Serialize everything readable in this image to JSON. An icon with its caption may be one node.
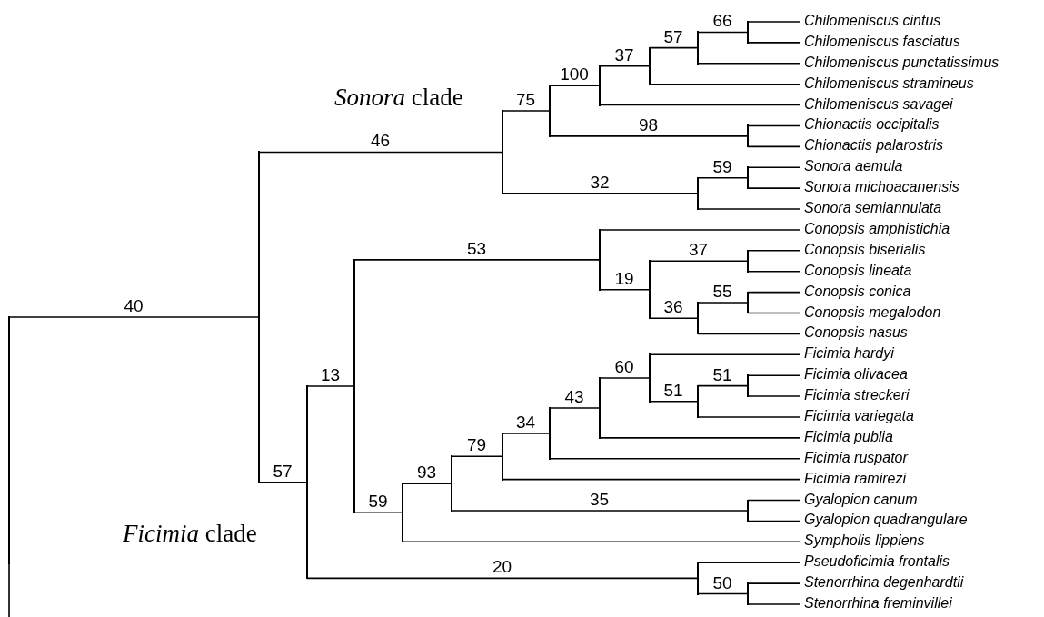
{
  "diagram": {
    "nodes": [
      {
        "text": [],
        "shape": "bar"
      },
      {
        "text": [],
        "shape": "bar"
      },
      {
        "text": [],
        "shape": "bar"
      },
      {
        "text": [],
        "shape": "bar"
      },
      {
        "text": [],
        "shape": "bar"
      },
      {
        "text": [],
        "shape": "bar"
      },
      {
        "text": [],
        "shape": "bar"
      },
      {
        "text": [],
        "shape": "bar"
      },
      {
        "text": [
          "Chilomeniscus cintus"
        ]
      },
      {
        "text": [
          "Chilomeniscus fasciatus"
        ]
      },
      {
        "text": [
          "Chilomeniscus punctatissimus"
        ]
      },
      {
        "text": [
          "Chilomeniscus stramineus"
        ]
      },
      {
        "text": [
          "Chilomeniscus savagei"
        ]
      },
      {
        "text": [],
        "shape": "bar"
      },
      {
        "text": [
          "Chionactis occipitalis"
        ]
      },
      {
        "text": [
          "Chionactis palarostris"
        ]
      },
      {
        "text": [],
        "shape": "bar"
      },
      {
        "text": [],
        "shape": "bar"
      },
      {
        "text": [
          "Sonora aemula"
        ]
      },
      {
        "text": [
          "Sonora michoacanensis"
        ]
      },
      {
        "text": [
          "Sonora semiannulata"
        ]
      },
      {
        "text": [],
        "shape": "bar"
      },
      {
        "text": [],
        "shape": "bar"
      },
      {
        "text": [],
        "shape": "bar"
      },
      {
        "text": [
          "Conopsis amphistichia"
        ]
      },
      {
        "text": [],
        "shape": "bar"
      },
      {
        "text": [],
        "shape": "bar"
      },
      {
        "text": [
          "Conopsis biserialis"
        ]
      },
      {
        "text": [
          "Conopsis lineata"
        ]
      },
      {
        "text": [],
        "shape": "bar"
      },
      {
        "text": [],
        "shape": "bar"
      },
      {
        "text": [
          "Conopsis conica"
        ]
      },
      {
        "text": [
          "Conopsis megalodon"
        ]
      },
      {
        "text": [
          "Conopsis nasus"
        ]
      },
      {
        "text": [],
        "shape": "bar"
      },
      {
        "text": [],
        "shape": "bar"
      },
      {
        "text": [],
        "shape": "bar"
      },
      {
        "text": [],
        "shape": "bar"
      },
      {
        "text": [],
        "shape": "bar"
      },
      {
        "text": [],
        "shape": "bar"
      },
      {
        "text": [
          "Ficimia hardyi"
        ]
      },
      {
        "text": [],
        "shape": "bar"
      },
      {
        "text": [],
        "shape": "bar"
      },
      {
        "text": [
          "Ficimia olivacea"
        ]
      },
      {
        "text": [
          "Ficimia streckeri"
        ]
      },
      {
        "text": [
          "Ficimia variegata"
        ]
      },
      {
        "text": [
          "Ficimia publia"
        ]
      },
      {
        "text": [
          "Ficimia ruspator"
        ]
      },
      {
        "text": [
          "Ficimia ramirezi"
        ]
      },
      {
        "text": [],
        "shape": "bar"
      },
      {
        "text": [
          "Gyalopion canum"
        ]
      },
      {
        "text": [
          "Gyalopion quadrangulare"
        ]
      },
      {
        "text": [
          "Sympholis lippiens"
        ]
      },
      {
        "text": [],
        "shape": "bar"
      },
      {
        "text": [
          "Pseudoficimia frontalis"
        ]
      },
      {
        "text": [],
        "shape": "bar"
      },
      {
        "text": [
          "Stenorrhina degenhardtii"
        ]
      },
      {
        "text": [
          "Stenorrhina freminvillei"
        ]
      }
    ],
    "edges": [
      {
        "from": 0,
        "to": 1,
        "arrow": "none",
        "label": "40"
      },
      {
        "from": 0,
        "to": null,
        "arrow": "none"
      },
      {
        "from": 1,
        "to": 2,
        "arrow": "none",
        "label": "46"
      },
      {
        "from": 1,
        "to": 21,
        "arrow": "none",
        "label": "57"
      },
      {
        "from": 2,
        "to": 3,
        "arrow": "none",
        "label": "75"
      },
      {
        "from": 2,
        "to": 16,
        "arrow": "none",
        "label": "32"
      },
      {
        "from": 3,
        "to": 4,
        "arrow": "none",
        "label": "100"
      },
      {
        "from": 3,
        "to": 13,
        "arrow": "none",
        "label": "98"
      },
      {
        "from": 4,
        "to": 5,
        "arrow": "none",
        "label": "37"
      },
      {
        "from": 4,
        "to": 12,
        "arrow": "none"
      },
      {
        "from": 5,
        "to": 6,
        "arrow": "none",
        "label": "57"
      },
      {
        "from": 5,
        "to": 11,
        "arrow": "none"
      },
      {
        "from": 6,
        "to": 7,
        "arrow": "none",
        "label": "66"
      },
      {
        "from": 6,
        "to": 10,
        "arrow": "none"
      },
      {
        "from": 7,
        "to": 8,
        "arrow": "none"
      },
      {
        "from": 7,
        "to": 9,
        "arrow": "none"
      },
      {
        "from": 13,
        "to": 14,
        "arrow": "none"
      },
      {
        "from": 13,
        "to": 15,
        "arrow": "none"
      },
      {
        "from": 16,
        "to": 17,
        "arrow": "none",
        "label": "59"
      },
      {
        "from": 16,
        "to": 20,
        "arrow": "none"
      },
      {
        "from": 17,
        "to": 18,
        "arrow": "none"
      },
      {
        "from": 17,
        "to": 19,
        "arrow": "none"
      },
      {
        "from": 21,
        "to": 22,
        "arrow": "none",
        "label": "13"
      },
      {
        "from": 21,
        "to": 53,
        "arrow": "none",
        "label": "20"
      },
      {
        "from": 22,
        "to": 23,
        "arrow": "none",
        "label": "53"
      },
      {
        "from": 22,
        "to": 34,
        "arrow": "none",
        "label": "59"
      },
      {
        "from": 23,
        "to": 24,
        "arrow": "none"
      },
      {
        "from": 23,
        "to": 25,
        "arrow": "none",
        "label": "19"
      },
      {
        "from": 25,
        "to": 26,
        "arrow": "none",
        "label": "37"
      },
      {
        "from": 25,
        "to": 29,
        "arrow": "none",
        "label": "36"
      },
      {
        "from": 26,
        "to": 27,
        "arrow": "none"
      },
      {
        "from": 26,
        "to": 28,
        "arrow": "none"
      },
      {
        "from": 29,
        "to": 30,
        "arrow": "none",
        "label": "55"
      },
      {
        "from": 29,
        "to": 33,
        "arrow": "none"
      },
      {
        "from": 30,
        "to": 31,
        "arrow": "none"
      },
      {
        "from": 30,
        "to": 32,
        "arrow": "none"
      },
      {
        "from": 34,
        "to": 35,
        "arrow": "none",
        "label": "93"
      },
      {
        "from": 34,
        "to": 52,
        "arrow": "none"
      },
      {
        "from": 35,
        "to": 36,
        "arrow": "none",
        "label": "79"
      },
      {
        "from": 35,
        "to": 49,
        "arrow": "none",
        "label": "35"
      },
      {
        "from": 36,
        "to": 37,
        "arrow": "none",
        "label": "34"
      },
      {
        "from": 36,
        "to": 48,
        "arrow": "none"
      },
      {
        "from": 37,
        "to": 38,
        "arrow": "none",
        "label": "43"
      },
      {
        "from": 37,
        "to": 47,
        "arrow": "none"
      },
      {
        "from": 38,
        "to": 39,
        "arrow": "none",
        "label": "60"
      },
      {
        "from": 38,
        "to": 46,
        "arrow": "none"
      },
      {
        "from": 39,
        "to": 40,
        "arrow": "none"
      },
      {
        "from": 39,
        "to": 41,
        "arrow": "none",
        "label": "51"
      },
      {
        "from": 41,
        "to": 42,
        "arrow": "none",
        "label": "51"
      },
      {
        "from": 41,
        "to": 45,
        "arrow": "none"
      },
      {
        "from": 42,
        "to": 43,
        "arrow": "none"
      },
      {
        "from": 42,
        "to": 44,
        "arrow": "none"
      },
      {
        "from": 49,
        "to": 50,
        "arrow": "none"
      },
      {
        "from": 49,
        "to": 51,
        "arrow": "none"
      },
      {
        "from": 53,
        "to": 54,
        "arrow": "none"
      },
      {
        "from": 53,
        "to": 55,
        "arrow": "none",
        "label": "50"
      },
      {
        "from": 55,
        "to": 56,
        "arrow": "none"
      },
      {
        "from": 55,
        "to": 57,
        "arrow": "none"
      }
    ],
    "labels": [
      "*Sonora* clade",
      "*Ficimia* clade"
    ]
  }
}
